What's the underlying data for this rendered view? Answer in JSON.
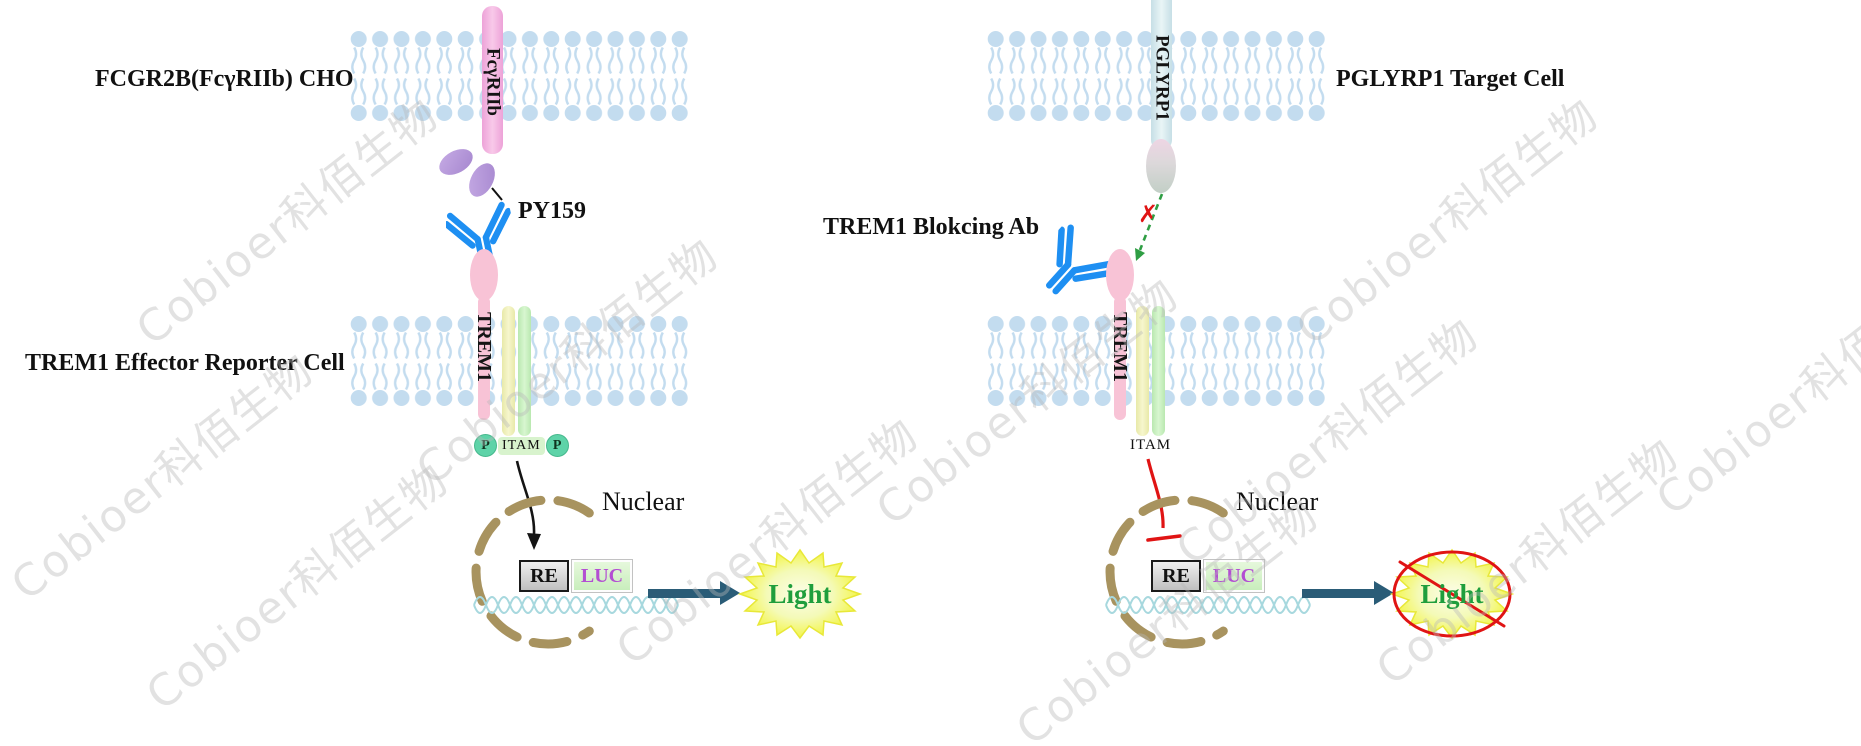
{
  "watermark": {
    "text": "Cobioer科佰生物"
  },
  "left_panel": {
    "top_cell_label": "FCGR2B(FcγRIIb) CHO",
    "top_receptor_label": "FcγRIIb",
    "antibody_label": "PY159",
    "receptor_label": "TREM1",
    "bottom_cell_label": "TREM1 Effector Reporter Cell",
    "phospho_left": "P",
    "itam_label": "ITAM",
    "phospho_right": "P",
    "nucleus_label": "Nuclear",
    "re_label": "RE",
    "luc_label": "LUC",
    "light_label": "Light"
  },
  "right_panel": {
    "top_cell_label": "PGLYRP1 Target Cell",
    "top_receptor_label": "PGLYRP1",
    "antibody_label": "TREM1 Blokcing Ab",
    "receptor_label": "TREM1",
    "itam_label": "ITAM",
    "blocked_mark": "✗",
    "nucleus_label": "Nuclear",
    "re_label": "RE",
    "luc_label": "LUC",
    "light_label": "Light"
  },
  "colors": {
    "membrane_blue": "#c3dcef",
    "antibody_blue": "#1e8ff2",
    "trem1_pink": "#f8c3d6",
    "fcgr_bar_pink": "#f0a8dc",
    "ig_domain_purple": "#b69ad8",
    "pglyrp1_bar_teal": "#cfe7e9",
    "helix_yellow": "#eeefb2",
    "helix_green": "#c6eebd",
    "phospho_circle_green": "#5ed3a8",
    "itam_capsule_green": "#d8f3cd",
    "nucleus_tan": "#a8935f",
    "arrow_teal": "#2a5c77",
    "light_star_yellow": "#f3f548",
    "light_text_green": "#1f9e3d",
    "inhibit_red": "#e01414",
    "block_arrow_green": "#2f9e44",
    "dna_teal": "#a7d8de",
    "re_box_gray": "#d9d9d9",
    "luc_text_purple": "#b34fd2"
  }
}
